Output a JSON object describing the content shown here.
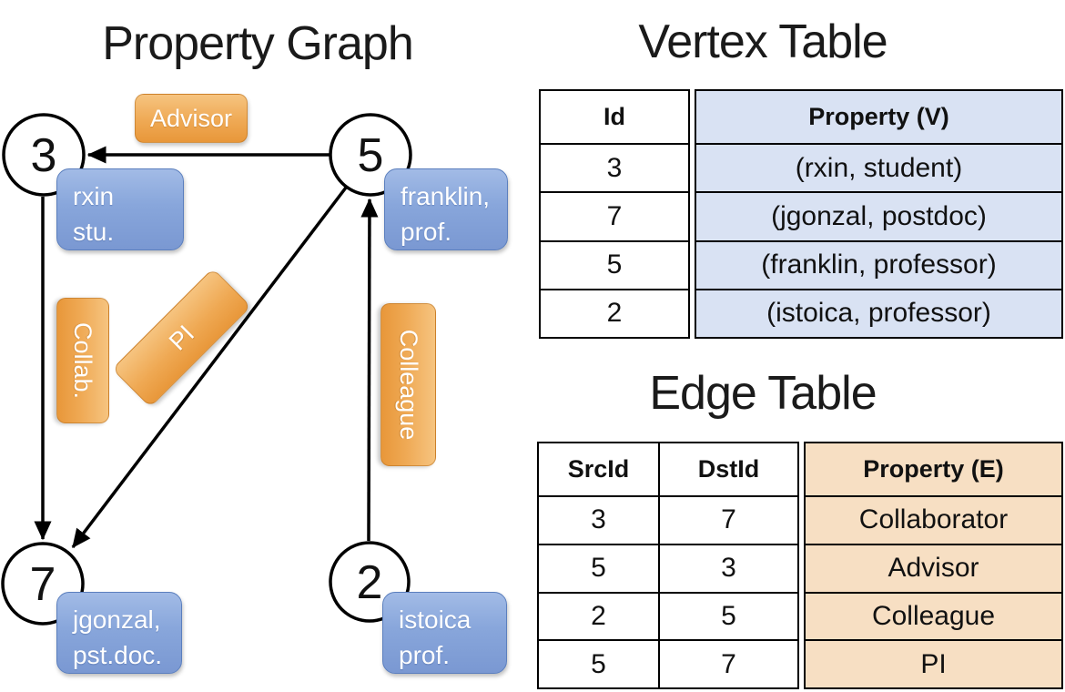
{
  "titles": {
    "graph": "Property Graph",
    "vertex_table": "Vertex Table",
    "edge_table": "Edge Table"
  },
  "graph": {
    "vertices": [
      {
        "id": "3",
        "label_line1": "rxin",
        "label_line2": "stu."
      },
      {
        "id": "5",
        "label_line1": "franklin,",
        "label_line2": "prof."
      },
      {
        "id": "7",
        "label_line1": "jgonzal,",
        "label_line2": "pst.doc."
      },
      {
        "id": "2",
        "label_line1": "istoica",
        "label_line2": "prof."
      }
    ],
    "edges": [
      {
        "src": "5",
        "dst": "3",
        "label": "Advisor"
      },
      {
        "src": "3",
        "dst": "7",
        "label": "Collab."
      },
      {
        "src": "5",
        "dst": "7",
        "label": "PI"
      },
      {
        "src": "2",
        "dst": "5",
        "label": "Colleague"
      }
    ],
    "edge_labels": {
      "advisor": "Advisor",
      "collab": "Collab.",
      "pi": "PI",
      "colleague": "Colleague"
    }
  },
  "vertex_table": {
    "headers": {
      "id": "Id",
      "property": "Property (V)"
    },
    "rows": [
      {
        "id": "3",
        "property": "(rxin, student)"
      },
      {
        "id": "7",
        "property": "(jgonzal, postdoc)"
      },
      {
        "id": "5",
        "property": "(franklin, professor)"
      },
      {
        "id": "2",
        "property": "(istoica, professor)"
      }
    ]
  },
  "edge_table": {
    "headers": {
      "src": "SrcId",
      "dst": "DstId",
      "property": "Property (E)"
    },
    "rows": [
      {
        "src": "3",
        "dst": "7",
        "property": "Collaborator"
      },
      {
        "src": "5",
        "dst": "3",
        "property": "Advisor"
      },
      {
        "src": "2",
        "dst": "5",
        "property": "Colleague"
      },
      {
        "src": "5",
        "dst": "7",
        "property": "PI"
      }
    ]
  },
  "colors": {
    "vertex_property_fill": "#d9e2f3",
    "edge_property_fill": "#f7dfc3",
    "vertex_label_blue": "#88a6db",
    "edge_label_orange": "#efa954",
    "line_black": "#000000"
  }
}
